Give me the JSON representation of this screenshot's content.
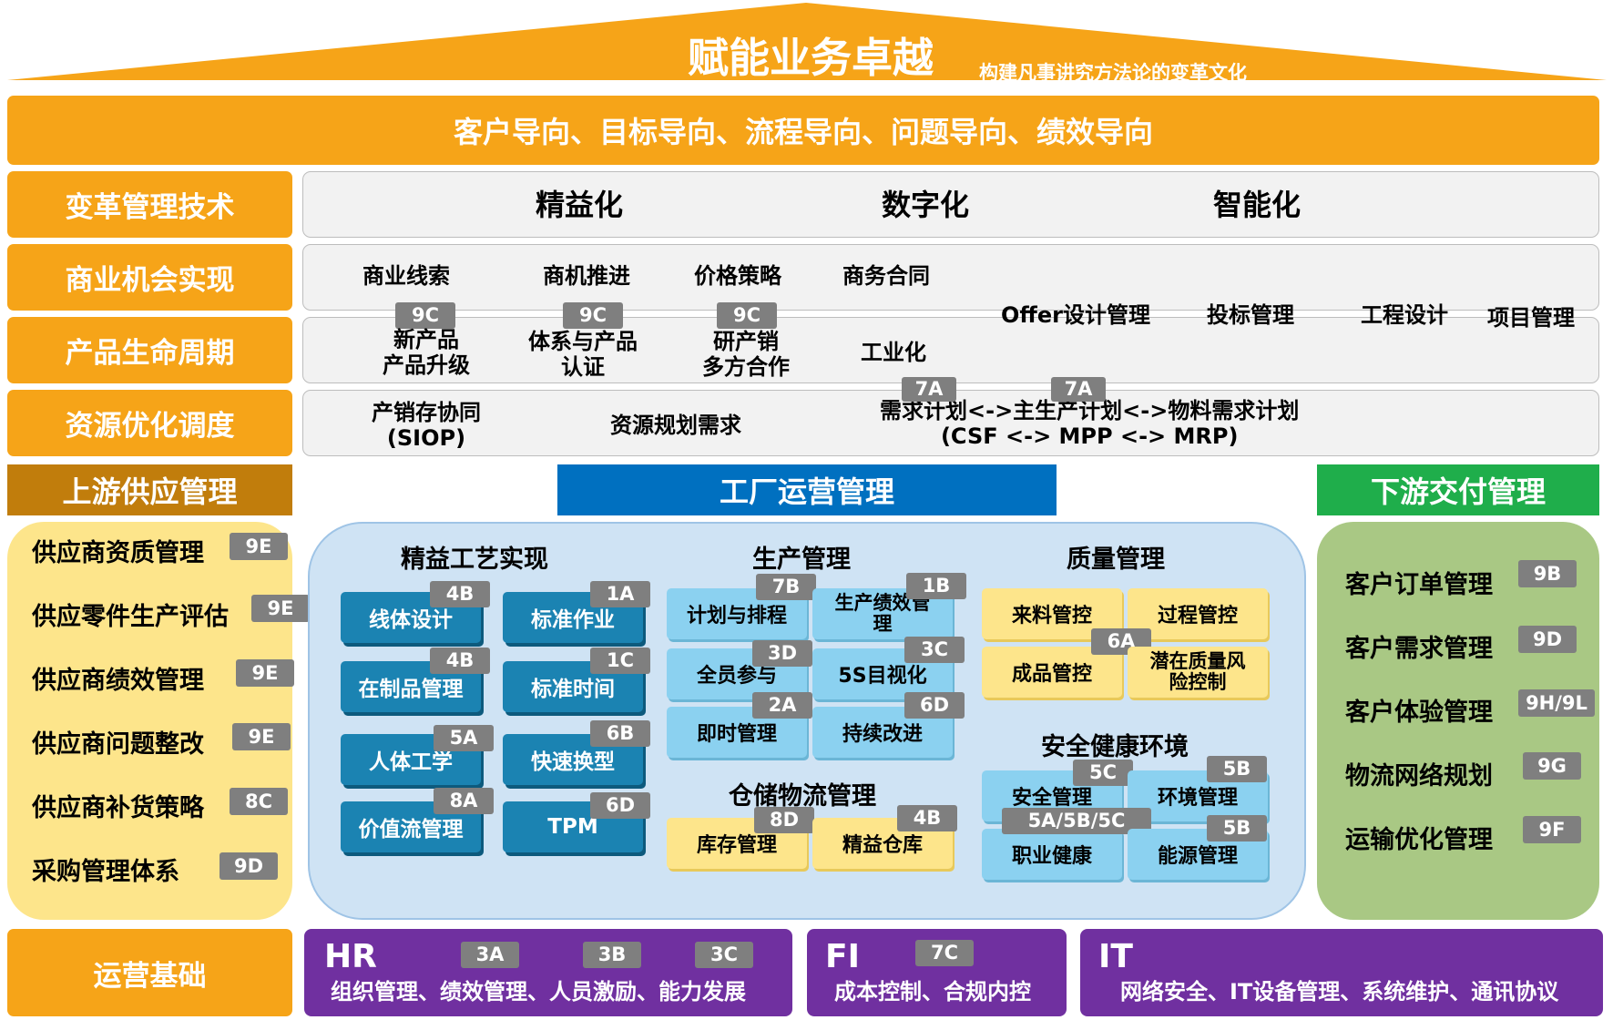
{
  "roof": {
    "title": "赋能业务卓越",
    "subtitle": "构建凡事讲究方法论的变革文化"
  },
  "banner": "客户导向、目标导向、流程导向、问题导向、绩效导向",
  "rows": {
    "change_mgmt": {
      "label": "变革管理技术",
      "items": [
        "精益化",
        "数字化",
        "智能化"
      ]
    },
    "business": {
      "label": "商业机会实现",
      "items": [
        "商业线索",
        "商机推进",
        "价格策略",
        "商务合同",
        "Offer设计管理",
        "投标管理",
        "工程设计",
        "项目管理"
      ],
      "tags": [
        "9C",
        "9C",
        "9C"
      ]
    },
    "product": {
      "label": "产品生命周期",
      "items": [
        "新产品\n产品升级",
        "体系与产品\n认证",
        "研产销\n多方合作",
        "工业化"
      ]
    },
    "resource": {
      "label": "资源优化调度",
      "items": [
        "产销存协同\n(SIOP)",
        "资源规划需求",
        "需求计划<->主生产计划<->物料需求计划\n(CSF <-> MPP <-> MRP)"
      ],
      "tags": [
        "7A",
        "7A"
      ]
    }
  },
  "upstream": {
    "title": "上游供应管理",
    "items": [
      {
        "label": "供应商资质管理",
        "tag": "9E"
      },
      {
        "label": "供应零件生产评估",
        "tag": "9E"
      },
      {
        "label": "供应商绩效管理",
        "tag": "9E"
      },
      {
        "label": "供应商问题整改",
        "tag": "9E"
      },
      {
        "label": "供应商补货策略",
        "tag": "8C"
      },
      {
        "label": "采购管理体系",
        "tag": "9D"
      }
    ]
  },
  "factory": {
    "title": "工厂运营管理",
    "lean": {
      "title": "精益工艺实现",
      "items": [
        {
          "label": "线体设计",
          "tag": "4B"
        },
        {
          "label": "标准作业",
          "tag": "1A"
        },
        {
          "label": "在制品管理",
          "tag": "4B"
        },
        {
          "label": "标准时间",
          "tag": "1C"
        },
        {
          "label": "人体工学",
          "tag": "5A"
        },
        {
          "label": "快速换型",
          "tag": "6B"
        },
        {
          "label": "价值流管理",
          "tag": "8A"
        },
        {
          "label": "TPM",
          "tag": "6D"
        }
      ]
    },
    "production": {
      "title": "生产管理",
      "items": [
        {
          "label": "计划与排程",
          "tag": "7B"
        },
        {
          "label": "生产绩效管\n理",
          "tag": "1B"
        },
        {
          "label": "全员参与",
          "tag": "3D"
        },
        {
          "label": "5S目视化",
          "tag": "3C"
        },
        {
          "label": "即时管理",
          "tag": "2A"
        },
        {
          "label": "持续改进",
          "tag": "6D"
        }
      ]
    },
    "warehouse": {
      "title": "仓储物流管理",
      "items": [
        {
          "label": "库存管理",
          "tag": "8D"
        },
        {
          "label": "精益仓库",
          "tag": "4B"
        }
      ]
    },
    "quality": {
      "title": "质量管理",
      "items": [
        {
          "label": "来料管控",
          "tag": ""
        },
        {
          "label": "过程管控",
          "tag": ""
        },
        {
          "label": "成品管控",
          "tag": "6A"
        },
        {
          "label": "潜在质量风\n险控制",
          "tag": ""
        }
      ]
    },
    "ehs": {
      "title": "安全健康环境",
      "items": [
        {
          "label": "安全管理",
          "tag": "5C"
        },
        {
          "label": "环境管理",
          "tag": "5B"
        },
        {
          "label": "职业健康",
          "tag": "5A/5B/5C"
        },
        {
          "label": "能源管理",
          "tag": "5B"
        }
      ]
    }
  },
  "downstream": {
    "title": "下游交付管理",
    "items": [
      {
        "label": "客户订单管理",
        "tag": "9B"
      },
      {
        "label": "客户需求管理",
        "tag": "9D"
      },
      {
        "label": "客户体验管理",
        "tag": "9H/9L"
      },
      {
        "label": "物流网络规划",
        "tag": "9G"
      },
      {
        "label": "运输优化管理",
        "tag": "9F"
      }
    ]
  },
  "foundation": {
    "label": "运营基础",
    "hr": {
      "title": "HR",
      "tags": [
        "3A",
        "3B",
        "3C"
      ],
      "text": "组织管理、绩效管理、人员激励、能力发展"
    },
    "fi": {
      "title": "FI",
      "tags": [
        "7C"
      ],
      "text": "成本控制、合规内控"
    },
    "it": {
      "title": "IT",
      "text": "网络安全、IT设备管理、系统维护、通讯协议"
    }
  },
  "colors": {
    "orange": "#f6a418",
    "brown": "#c17d0c",
    "blue_header": "#0070c0",
    "green_header": "#1fae4b",
    "purple": "#7030a0",
    "dark_blue": "#1b83b2",
    "light_blue": "#8bd1f0",
    "yellow": "#fde58b",
    "tag_gray": "#7f7f7f"
  }
}
